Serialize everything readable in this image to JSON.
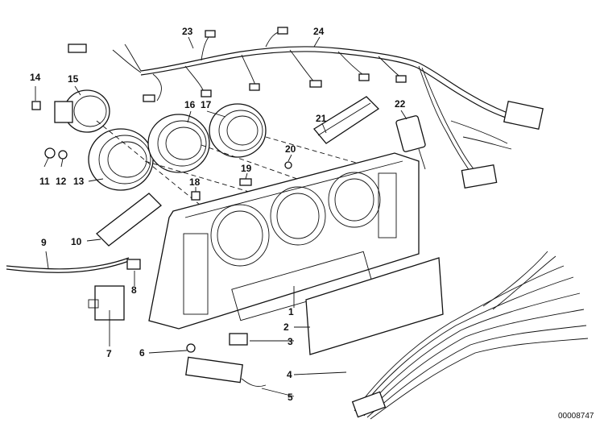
{
  "diagram": {
    "doc_number": "00008747",
    "labels": {
      "l1": "1",
      "l2": "2",
      "l3": "3",
      "l4": "4",
      "l5": "5",
      "l6": "6",
      "l7": "7",
      "l8": "8",
      "l9": "9",
      "l10": "10",
      "l11": "11",
      "l12": "12",
      "l13": "13",
      "l14": "14",
      "l15": "15",
      "l16": "16",
      "l17": "17",
      "l18": "18",
      "l19": "19",
      "l20": "20",
      "l21": "21",
      "l22": "22",
      "l23": "23",
      "l24": "24"
    }
  }
}
